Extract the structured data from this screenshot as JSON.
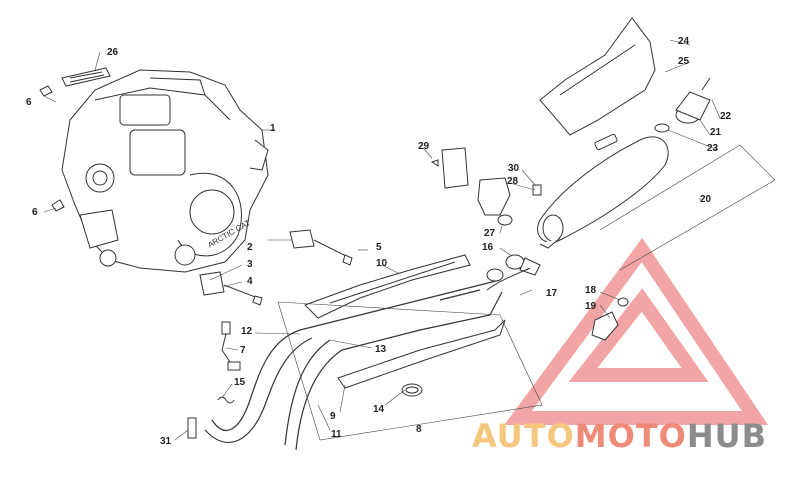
{
  "callouts": [
    "1",
    "2",
    "3",
    "4",
    "5",
    "6",
    "6",
    "7",
    "8",
    "9",
    "10",
    "11",
    "12",
    "13",
    "14",
    "15",
    "16",
    "17",
    "18",
    "19",
    "20",
    "21",
    "22",
    "23",
    "24",
    "25",
    "26",
    "27",
    "28",
    "29",
    "30",
    "31"
  ],
  "watermark": {
    "part1": "AUTO",
    "part2": "MOTO",
    "part3": "HUB",
    "colors": {
      "triangle": "#f3a5a5",
      "auto": "#f5c77e",
      "moto": "#f08a78",
      "hub": "#8c8c8c"
    }
  },
  "colors": {
    "line": "#333333",
    "fill": "#ffffff"
  }
}
